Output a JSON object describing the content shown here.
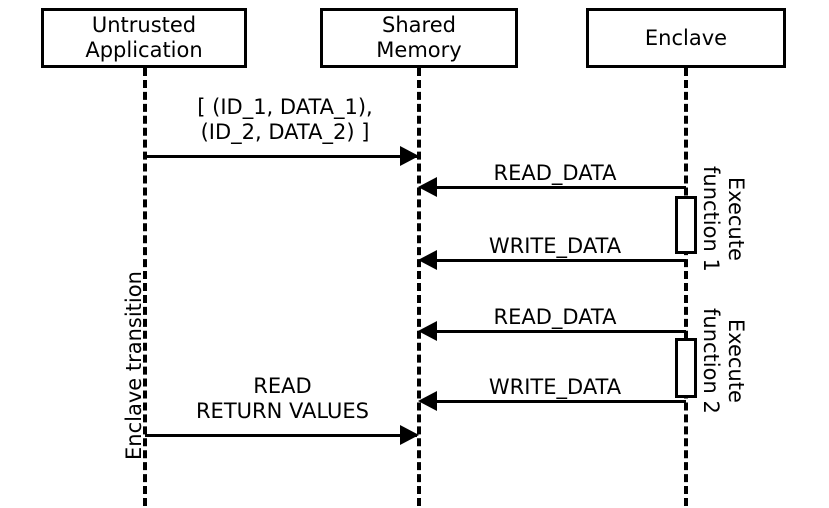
{
  "diagram": {
    "title": "Enclave shared-memory sequence diagram",
    "background": "#ffffff",
    "stroke": "#000000"
  },
  "participants": [
    {
      "id": "untrusted-application",
      "line1": "Untrusted",
      "line2": "Application"
    },
    {
      "id": "shared-memory",
      "line1": "Shared",
      "line2": "Memory"
    },
    {
      "id": "enclave",
      "line1": "Enclave",
      "line2": ""
    }
  ],
  "messages": [
    {
      "id": "send-id-data",
      "line1": "[ (ID_1, DATA_1),",
      "line2": "(ID_2, DATA_2) ]",
      "direction": "right"
    },
    {
      "id": "read-data-1",
      "line1": "READ_DATA",
      "line2": "",
      "direction": "left"
    },
    {
      "id": "write-data-1",
      "line1": "WRITE_DATA",
      "line2": "",
      "direction": "left"
    },
    {
      "id": "read-data-2",
      "line1": "READ_DATA",
      "line2": "",
      "direction": "left"
    },
    {
      "id": "write-data-2",
      "line1": "WRITE_DATA",
      "line2": "",
      "direction": "left"
    },
    {
      "id": "read-return",
      "line1": "READ",
      "line2": "RETURN VALUES",
      "direction": "right"
    }
  ],
  "annotations": {
    "enclave_transition": "Enclave transition",
    "execute_1_line1": "Execute",
    "execute_1_line2": "function 1",
    "execute_2_line1": "Execute",
    "execute_2_line2": "function 2"
  }
}
